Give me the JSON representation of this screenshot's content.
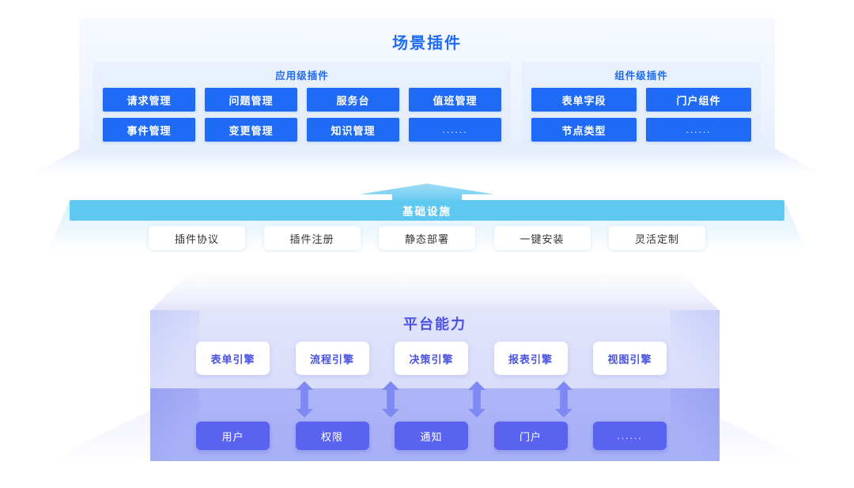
{
  "diagram": {
    "title": "场景插件",
    "layers": [
      {
        "id": "scene-plugins",
        "title": "场景插件",
        "groups": [
          {
            "id": "application-level",
            "title": "应用级插件",
            "items": [
              "请求管理",
              "问题管理",
              "服务台",
              "值班管理",
              "事件管理",
              "变更管理",
              "知识管理",
              "......"
            ]
          },
          {
            "id": "component-level",
            "title": "组件级插件",
            "items": [
              "表单字段",
              "门户组件",
              "节点类型",
              "......"
            ]
          }
        ]
      },
      {
        "id": "infrastructure",
        "title": "基础设施",
        "items": [
          "插件协议",
          "插件注册",
          "静态部署",
          "一键安装",
          "灵活定制"
        ]
      },
      {
        "id": "platform-capability",
        "title": "平台能力",
        "engines": [
          "表单引擎",
          "流程引擎",
          "决策引擎",
          "报表引擎",
          "视图引擎"
        ],
        "services": [
          "用户",
          "权限",
          "通知",
          "门户",
          "......"
        ]
      }
    ],
    "connectors": {
      "infrastructure_up_arrow": "up-arrow",
      "platform_up_arrows": [
        "up-arrow",
        "up-arrow",
        "up-arrow",
        "up-arrow"
      ],
      "platform_bidirectional_arrows": [
        "up-down-arrow",
        "up-down-arrow",
        "up-down-arrow",
        "up-down-arrow"
      ]
    },
    "colors": {
      "scene_accent": "#1f6bf5",
      "scene_slab": "#eef4fe",
      "infrastructure_bar": "#5fc8f0",
      "platform_accent": "#4a52e0",
      "platform_service": "#5a63f0",
      "platform_upper_slab": "#e1e4fb",
      "platform_lower_slab": "#aeb5f7",
      "arrow": "#8b93f5"
    }
  }
}
